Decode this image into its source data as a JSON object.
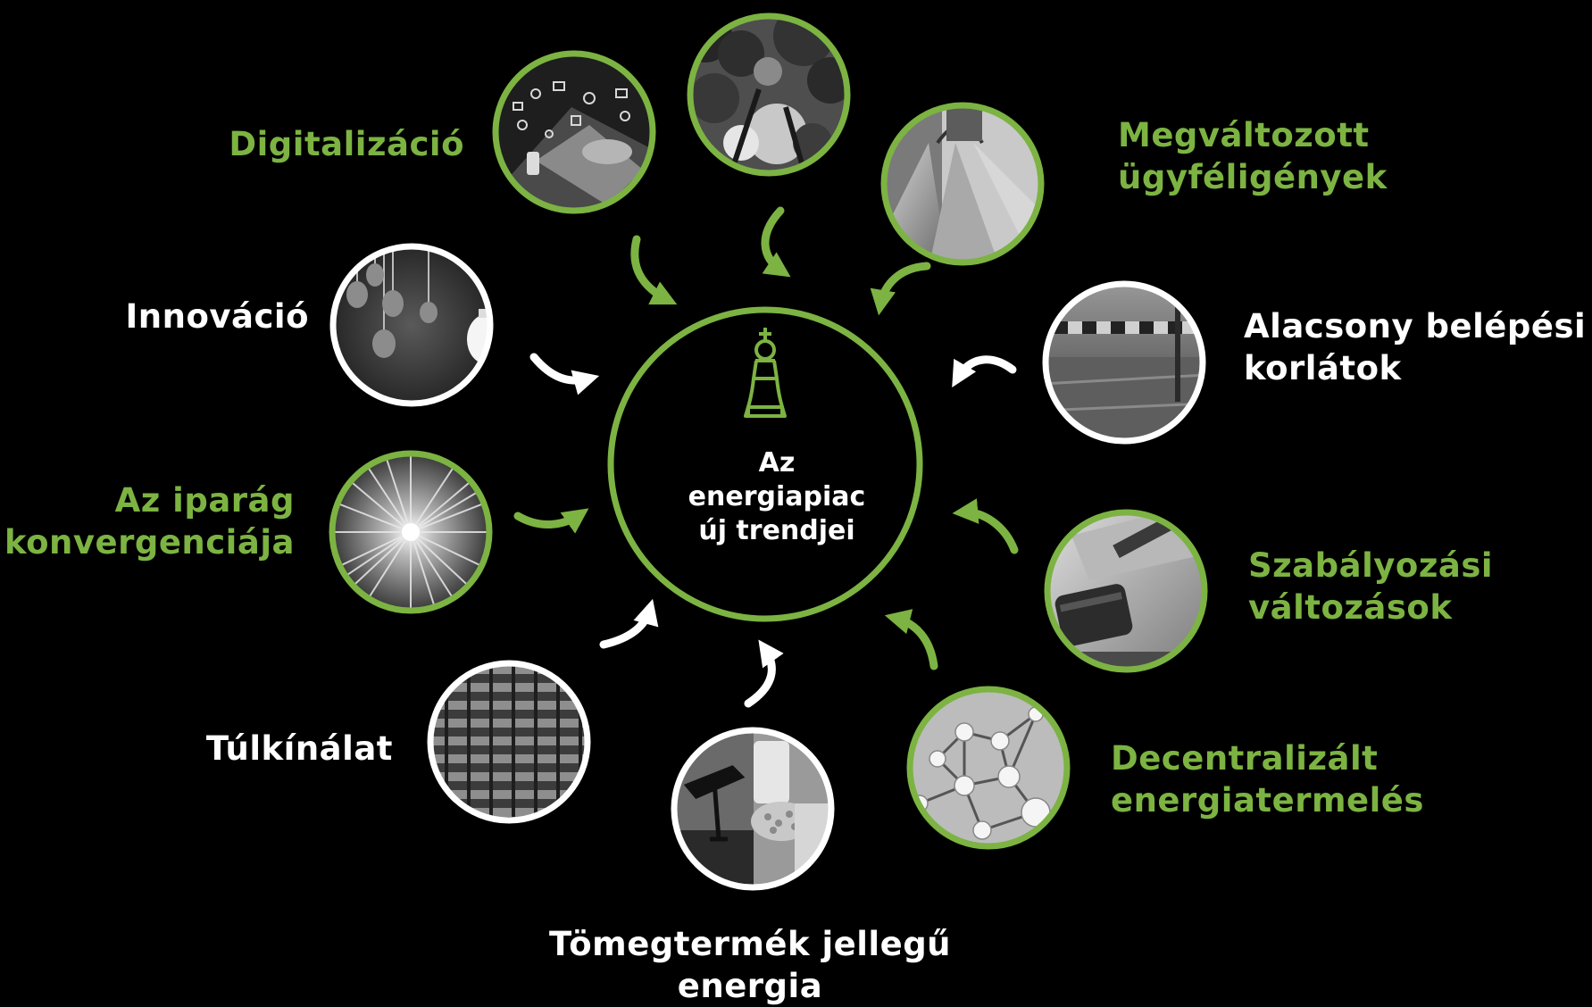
{
  "center": {
    "lines": [
      "Az",
      "energiapiac",
      "új trendjei"
    ],
    "icon": "chess-king-icon"
  },
  "colors": {
    "accent": "#7cb342",
    "background": "#000000",
    "white": "#ffffff"
  },
  "trends": {
    "digitalization": {
      "lines": [
        "Digitalizáció"
      ],
      "label_color": "green",
      "image": "tablet-apps"
    },
    "nature": {
      "lines": [],
      "label_color": "green",
      "image": "forest-canopy"
    },
    "customer_needs": {
      "lines": [
        "Megváltozott",
        "ügyféligények"
      ],
      "label_color": "green",
      "image": "shopping-bags"
    },
    "entry_barriers": {
      "lines": [
        "Alacsony belépési",
        "korlátok"
      ],
      "label_color": "white",
      "image": "road-barrier"
    },
    "regulation": {
      "lines": [
        "Szabályozási",
        "változások"
      ],
      "label_color": "green",
      "image": "gavel"
    },
    "decentralized": {
      "lines": [
        "Decentralizált",
        "energiatermelés"
      ],
      "label_color": "green",
      "image": "network-spheres"
    },
    "commodity": {
      "lines": [
        "Tömegtermék jellegű",
        "energia"
      ],
      "label_color": "white",
      "image": "oil-pump-grain"
    },
    "oversupply": {
      "lines": [
        "Túlkínálat"
      ],
      "label_color": "white",
      "image": "container-stacks"
    },
    "convergence": {
      "lines": [
        "Az iparág",
        "konvergenciája"
      ],
      "label_color": "green",
      "image": "light-burst"
    },
    "innovation": {
      "lines": [
        "Innováció"
      ],
      "label_color": "white",
      "image": "light-bulbs"
    }
  }
}
